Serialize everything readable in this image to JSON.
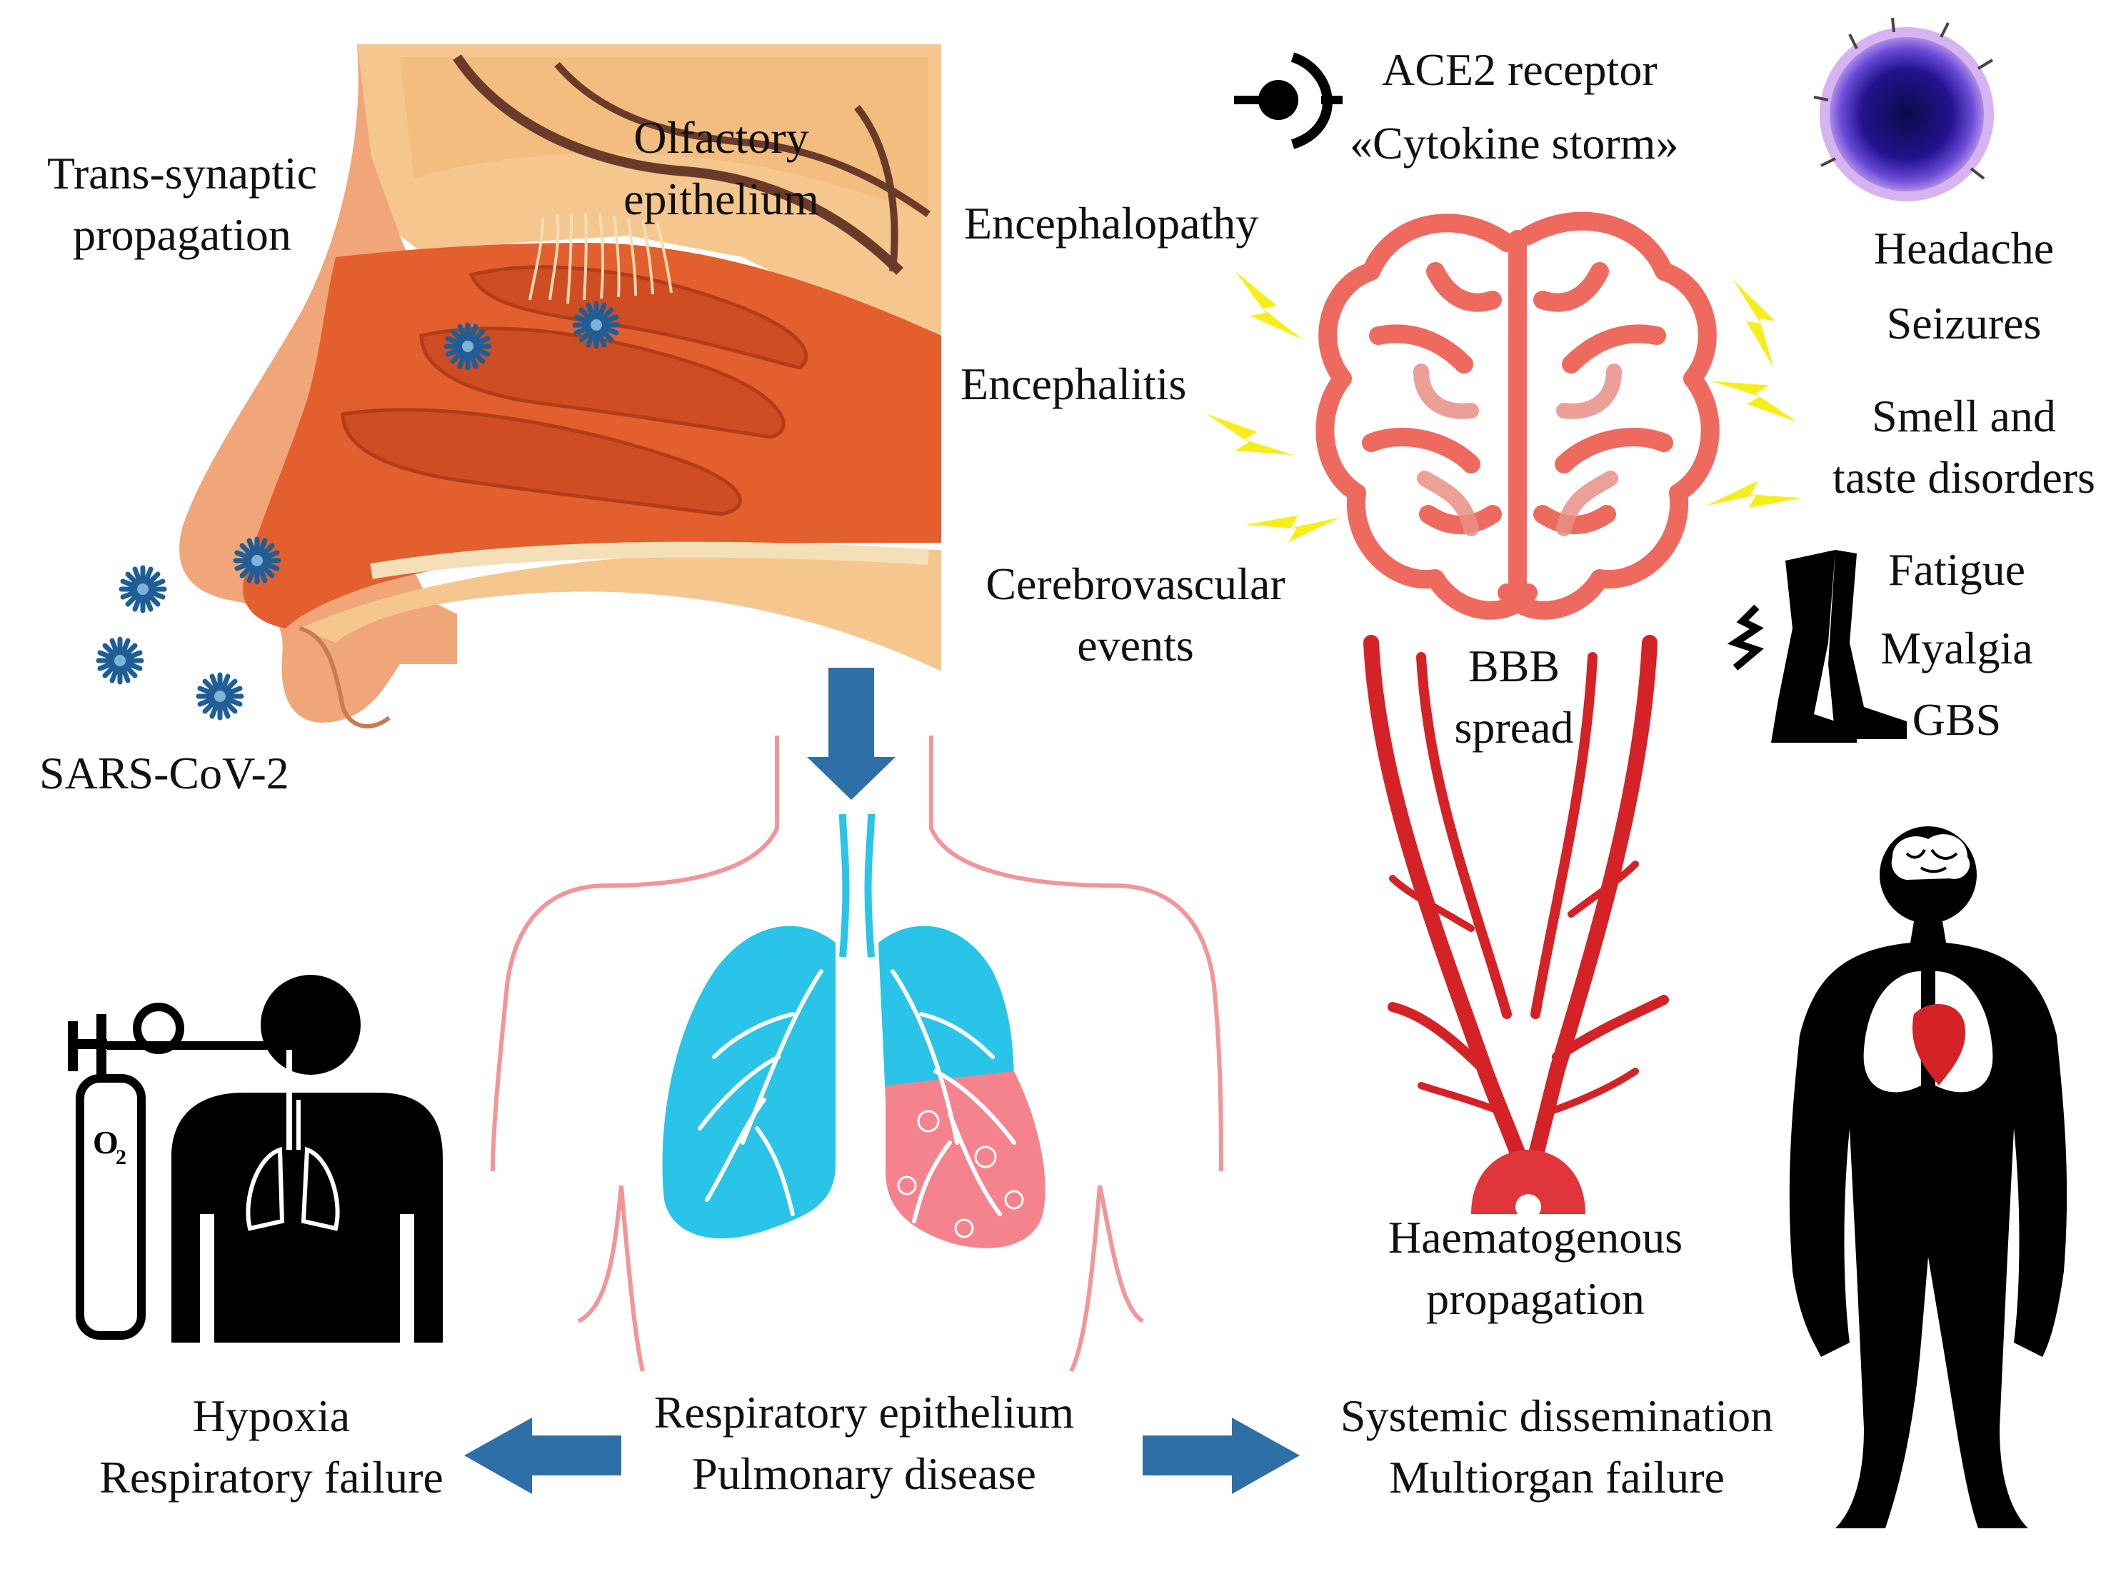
{
  "labels": {
    "trans_synaptic": [
      "Trans-synaptic",
      "propagation"
    ],
    "olfactory": [
      "Olfactory",
      "epithelium"
    ],
    "sars": "SARS-CoV-2",
    "ace2": "ACE2 receptor",
    "cytokine": "«Cytokine storm»",
    "encephalopathy": "Encephalopathy",
    "encephalitis": "Encephalitis",
    "cerebrovascular": [
      "Cerebrovascular",
      "events"
    ],
    "headache": "Headache",
    "seizures": "Seizures",
    "smell": [
      "Smell  and",
      "taste disorders"
    ],
    "fatigue": "Fatigue",
    "myalgia": "Myalgia",
    "gbs": "GBS",
    "bbb": [
      "BBB",
      "spread"
    ],
    "haematogenous": [
      "Haematogenous",
      "propagation"
    ],
    "hypoxia": [
      "Hypoxia",
      "Respiratory  failure"
    ],
    "respiratory": [
      "Respiratory epithelium",
      "Pulmonary disease"
    ],
    "systemic": [
      "Systemic  dissemination",
      "Multiorgan  failure"
    ],
    "o2_symbol": "O",
    "o2_subscript": "2"
  },
  "colors": {
    "arrow_blue": "#2f6fa8",
    "lung_blue": "#29c4e8",
    "lung_infected": "#f5838e",
    "brain_outline": "#ef6a5e",
    "vessel_red": "#d42226",
    "lightning_yellow": "#f6ee1b",
    "nasal_tissue": "#e35f2d",
    "skin_tone": "#f5c78e",
    "virus_blue": "#1f5f95",
    "silhouette": "#000000",
    "torso_outline": "#f29599"
  },
  "icons": [
    "ace2-receptor-icon",
    "immune-cell-icon",
    "lightning-icon",
    "virus-icon",
    "oxygen-tank-icon",
    "patient-icon",
    "leg-icon",
    "human-silhouette-icon",
    "brain-icon",
    "lungs-icon",
    "blood-vessels-icon",
    "arrow-icon"
  ]
}
